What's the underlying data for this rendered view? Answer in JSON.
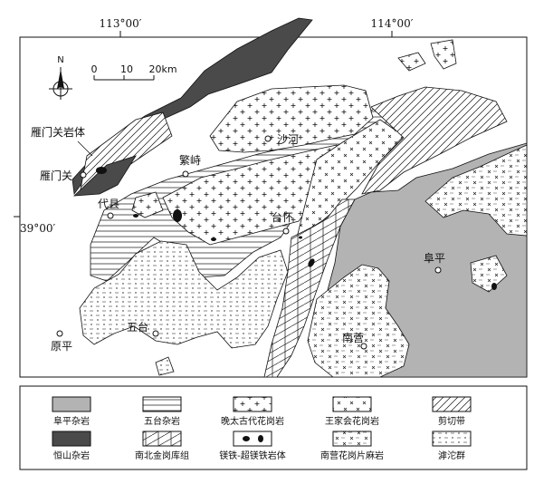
{
  "map": {
    "coordinates": {
      "lon_left": "113°00′",
      "lon_right": "114°00′",
      "lat_left": "39°00′"
    },
    "scale": {
      "ticks": [
        "0",
        "10",
        "20km"
      ]
    },
    "compass": {
      "north_label": "N"
    },
    "places": {
      "yanmenguan_rock": "雁门关岩体",
      "yanmenguan": "雁门关",
      "fanzhi": "繁峙",
      "shahe": "沙河",
      "daixian": "代县",
      "taihuai": "台怀",
      "fuping": "阜平",
      "wutai": "五台",
      "yuanping": "原平",
      "nanying": "南营"
    }
  },
  "legend": {
    "items": [
      {
        "label": "阜平杂岩"
      },
      {
        "label": "五台杂岩"
      },
      {
        "label": "晚太古代花岗岩"
      },
      {
        "label": "王家会花岗岩"
      },
      {
        "label": "剪切带"
      },
      {
        "label": "恒山杂岩"
      },
      {
        "label": "南北金岗库组"
      },
      {
        "label": "镁铁-超镁铁岩体"
      },
      {
        "label": "南营花岗片麻岩"
      },
      {
        "label": "滹沱群"
      }
    ]
  },
  "colors": {
    "fuping": "#b3b3b3",
    "hengshan": "#4a4a4a",
    "line": "#111111"
  }
}
